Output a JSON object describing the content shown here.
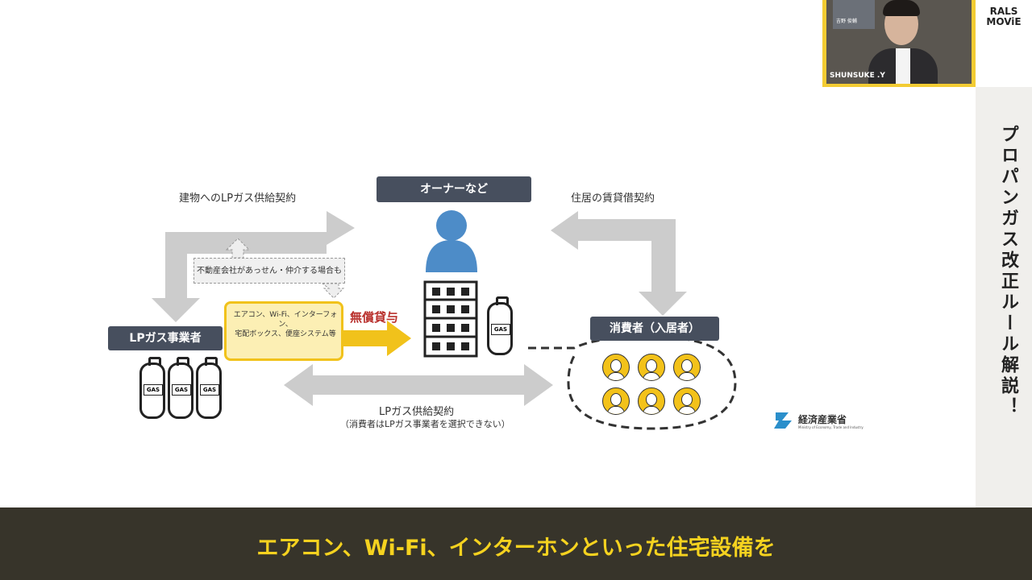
{
  "brand": {
    "line1": "RALS",
    "line2": "MOViE"
  },
  "webcam": {
    "name": "SHUNSUKE .Y",
    "sign_text": "吉野 俊輔"
  },
  "sidebar": {
    "title": "プロパンガス改正ルール解説！"
  },
  "diagram": {
    "owner": "オーナーなど",
    "lp_company": "LPガス事業者",
    "consumer": "消費者（入居者）",
    "contract_building": "建物へのLPガス供給契約",
    "contract_lease": "住居の賃貸借契約",
    "contract_lp_supply": "LPガス供給契約",
    "contract_lp_note": "（消費者はLPガス事業者を選択できない）",
    "agency_note": "不動産会社があっせん・仲介する場合も",
    "equipment_line1": "エアコン、Wi-Fi、インターフォン、",
    "equipment_line2": "宅配ボックス、便座システム等",
    "free_loan": "無償貸与",
    "gas_label": "GAS"
  },
  "meti": {
    "name": "経済産業省",
    "sub": "Ministry of Economy, Trade and Industry"
  },
  "caption": {
    "text": "エアコン、Wi-Fi、インターホンといった住宅設備を"
  },
  "colors": {
    "accent_yellow": "#f1c21b",
    "tag_gray": "#474f5e",
    "arrow_gray": "#cccccc",
    "person_blue": "#4d8cc8",
    "free_loan_red": "#b9312d",
    "caption_bg": "#37342a"
  }
}
